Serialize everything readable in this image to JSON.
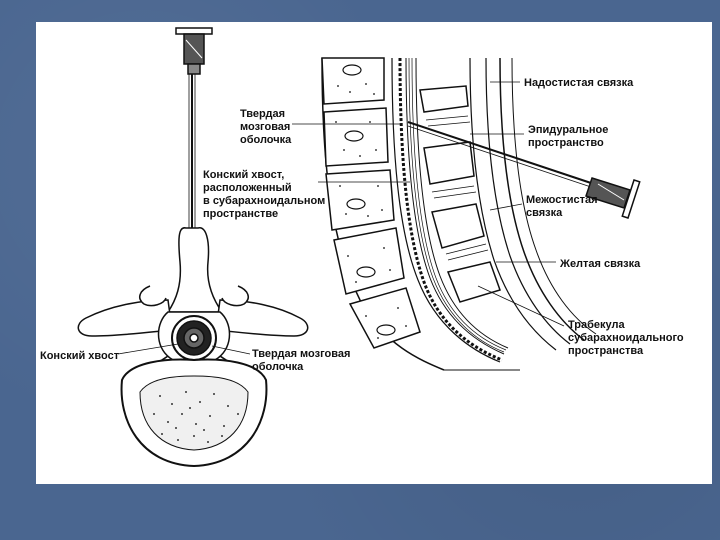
{
  "colors": {
    "background": "#4a6690",
    "panel": "#ffffff",
    "ink": "#111111"
  },
  "labels": {
    "dura_left": [
      "Твердая",
      "мозговая",
      "оболочка"
    ],
    "cauda_mid": [
      "Конский хвост,",
      "расположенный",
      "в субарахноидальном",
      "пространстве"
    ],
    "cauda_left": "Конский хвост",
    "dura_bottom": [
      "Твердая мозговая",
      "оболочка"
    ],
    "supraspinous": "Надостистая связка",
    "epidural": [
      "Эпидуральное",
      "пространство"
    ],
    "interspinous": [
      "Межостистая",
      "связка"
    ],
    "flavum": "Желтая связка",
    "trabecula": [
      "Трабекула",
      "субарахноидального",
      "пространства"
    ]
  }
}
